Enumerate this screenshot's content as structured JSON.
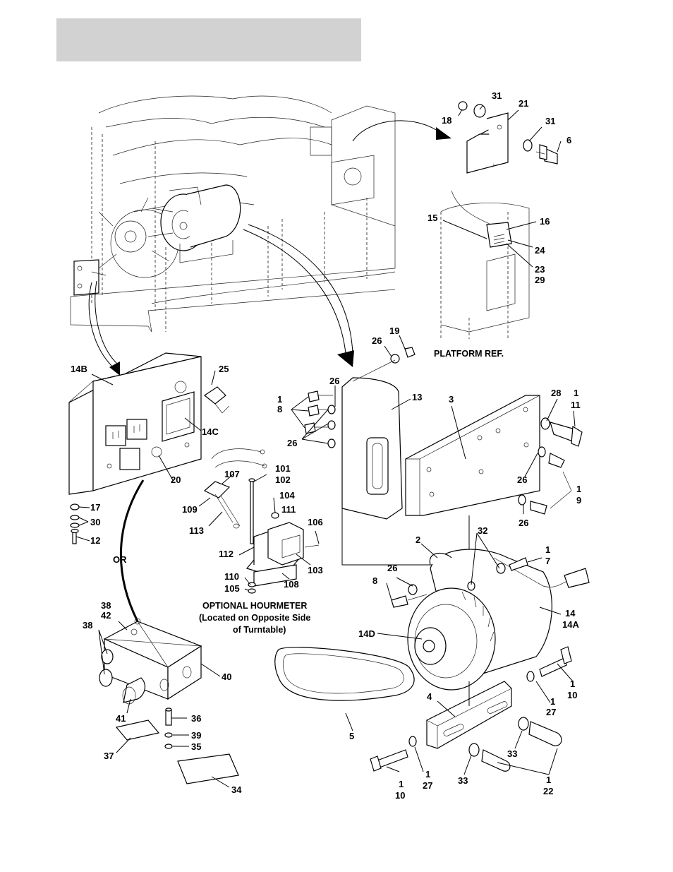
{
  "header": {
    "title": ""
  },
  "callouts": {
    "c31a": "31",
    "c21": "21",
    "c18": "18",
    "c31b": "31",
    "c6": "6",
    "c15": "15",
    "c16": "16",
    "c24": "24",
    "c23": "23",
    "c29": "29",
    "c19": "19",
    "c26a": "26",
    "c14B": "14B",
    "c25": "25",
    "c26b": "26",
    "c13": "13",
    "c3": "3",
    "c28": "28",
    "c1a": "1",
    "c11": "11",
    "c1b": "1",
    "c8a": "8",
    "c26c": "26",
    "c26d": "26",
    "c1c": "1",
    "c9": "9",
    "c26e": "26",
    "c14C": "14C",
    "c20": "20",
    "c17": "17",
    "c30": "30",
    "c12": "12",
    "c107": "107",
    "c101": "101",
    "c102": "102",
    "c104": "104",
    "c111": "111",
    "c109": "109",
    "c113": "113",
    "c106": "106",
    "c112": "112",
    "c103": "103",
    "c110": "110",
    "c105": "105",
    "c108": "108",
    "c32": "32",
    "c2": "2",
    "c1d": "1",
    "c7": "7",
    "c26f": "26",
    "c8b": "8",
    "c14": "14",
    "c14A": "14A",
    "cOR": "OR",
    "c38a": "38",
    "c42": "42",
    "c38b": "38",
    "c40": "40",
    "c14D": "14D",
    "c41": "41",
    "c36": "36",
    "c39": "39",
    "c35": "35",
    "c37": "37",
    "c34": "34",
    "c5": "5",
    "c4": "4",
    "c1e": "1",
    "c10a": "10",
    "c1f": "1",
    "c27a": "27",
    "c33a": "33",
    "c33b": "33",
    "c1g": "1",
    "c22": "22",
    "c1h": "1",
    "c10b": "10",
    "c1i": "1",
    "c27b": "27"
  },
  "notes": {
    "platform_ref": "PLATFORM REF.",
    "hourmeter_line1": "OPTIONAL HOURMETER",
    "hourmeter_line2": "(Located on Opposite Side",
    "hourmeter_line3": "of Turntable)"
  }
}
